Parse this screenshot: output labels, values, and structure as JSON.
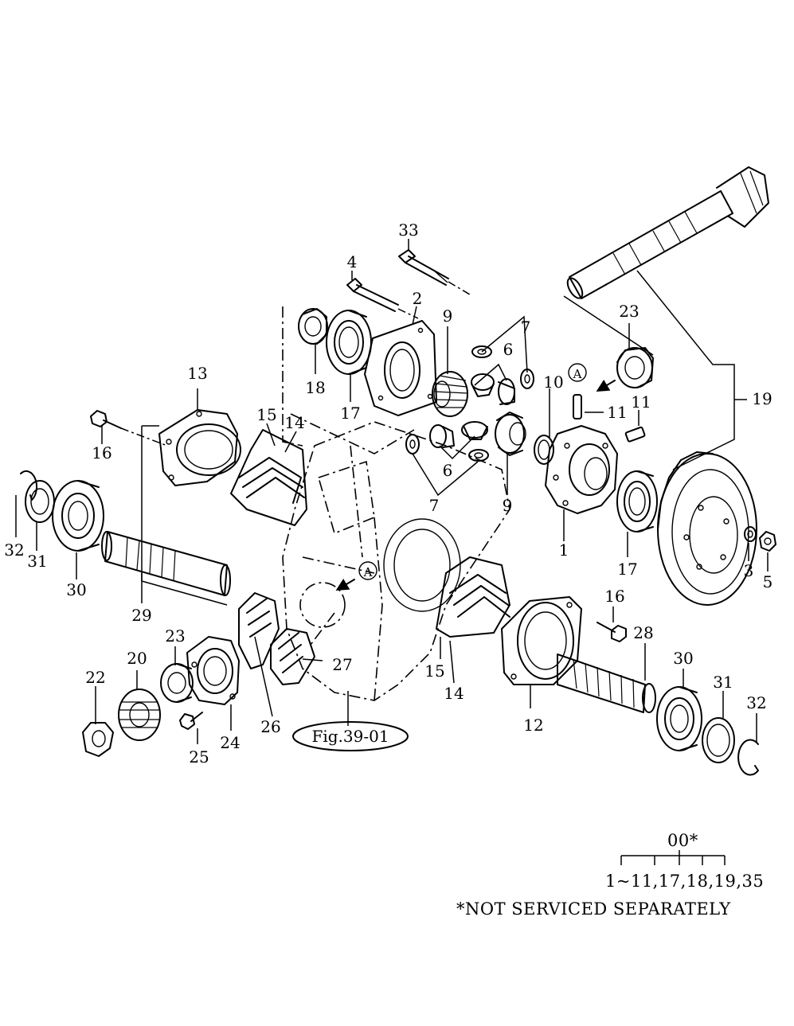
{
  "figure_ref": "Fig.39-01",
  "view_marker": "A",
  "callouts": {
    "c1": "1",
    "c2": "2",
    "c3": "3",
    "c4": "4",
    "c5": "5",
    "c6": "6",
    "c7": "7",
    "c9": "9",
    "c10": "10",
    "c11": "11",
    "c12": "12",
    "c13": "13",
    "c14": "14",
    "c15": "15",
    "c16": "16",
    "c17": "17",
    "c18": "18",
    "c19": "19",
    "c20": "20",
    "c22": "22",
    "c23": "23",
    "c24": "24",
    "c25": "25",
    "c26": "26",
    "c27": "27",
    "c28": "28",
    "c29": "29",
    "c30": "30",
    "c31": "31",
    "c32": "32",
    "c33": "33"
  },
  "kit": {
    "code": "00*",
    "includes": "1~11,17,18,19,35",
    "note": "*NOT SERVICED SEPARATELY"
  }
}
